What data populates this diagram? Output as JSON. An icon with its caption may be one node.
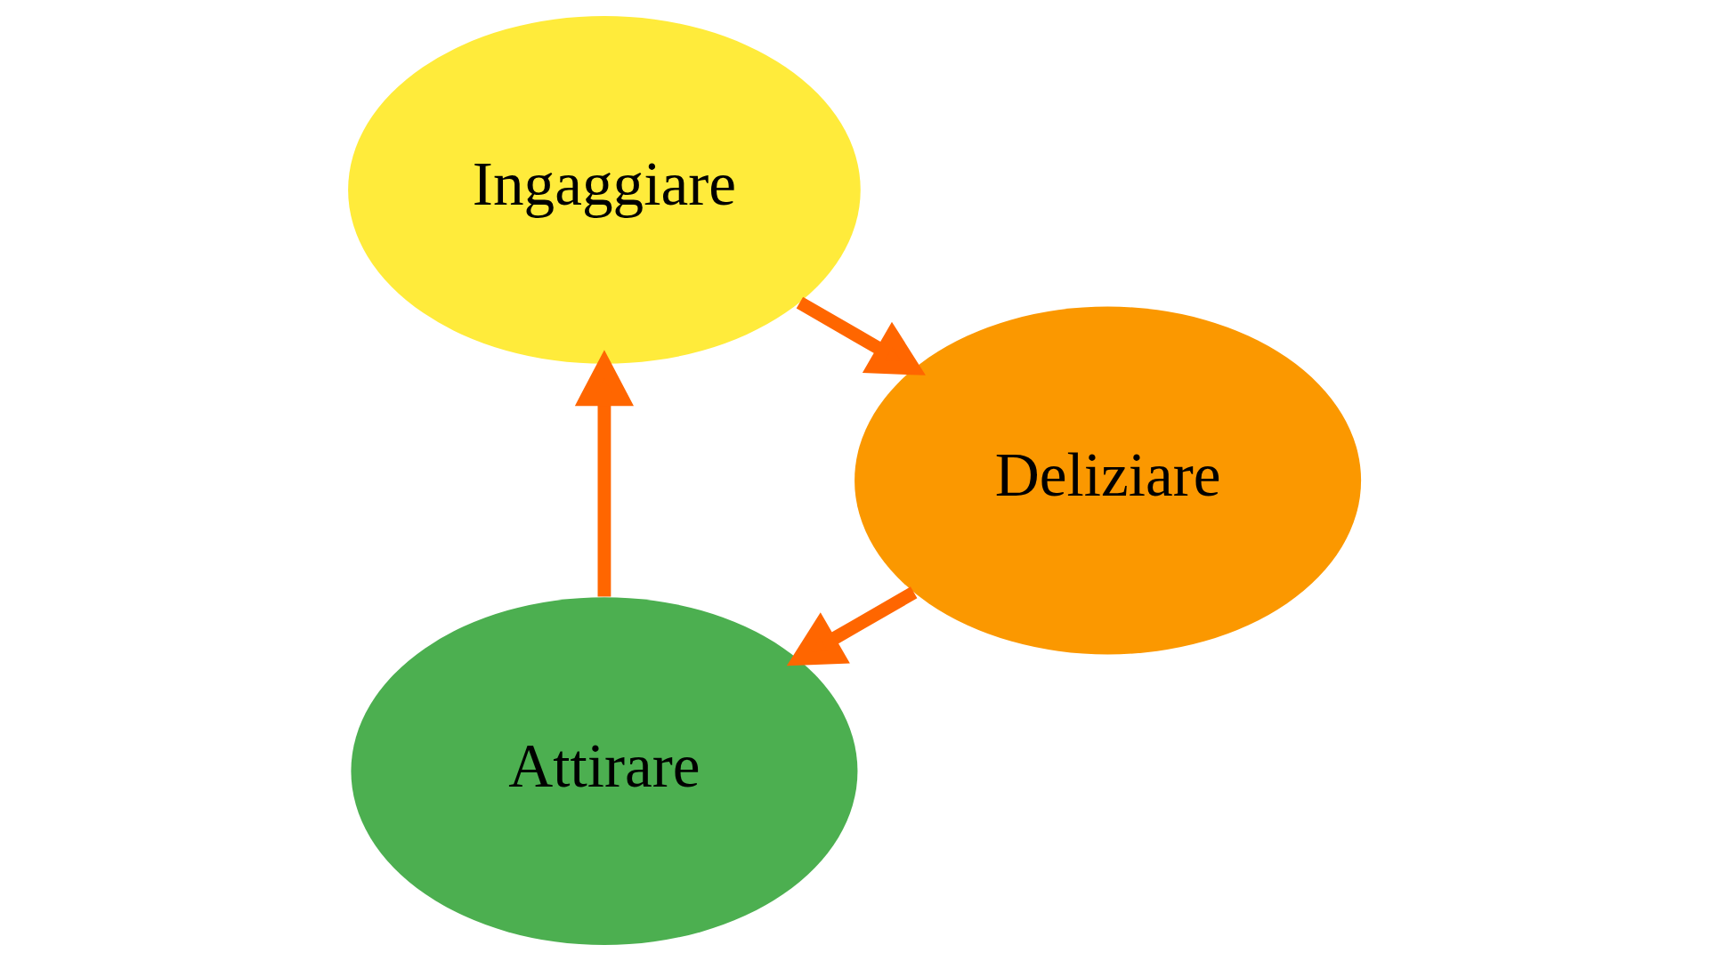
{
  "diagram": {
    "nodes": [
      {
        "text": [
          "Attirare"
        ]
      },
      {
        "text": [
          "Ingaggiare"
        ]
      },
      {
        "text": [
          "Deliziare"
        ]
      }
    ],
    "edges": [
      {
        "from": 0,
        "to": 1,
        "arrow": "to"
      },
      {
        "from": 1,
        "to": 2,
        "arrow": "to"
      },
      {
        "from": 2,
        "to": 0,
        "arrow": "to"
      }
    ]
  }
}
